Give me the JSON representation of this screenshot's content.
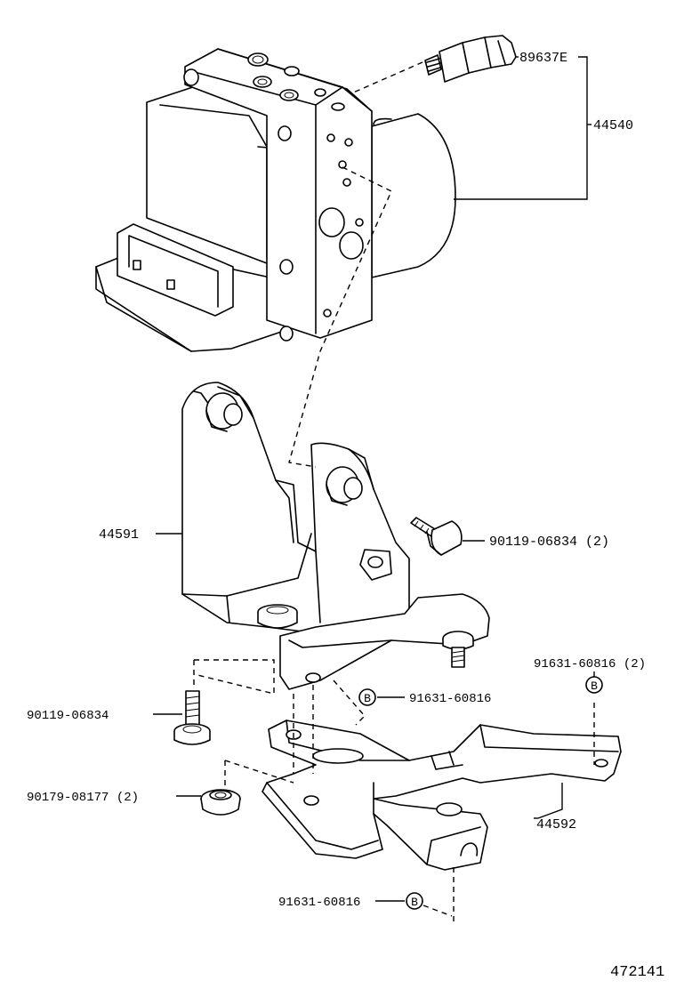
{
  "diagram_id": "472141",
  "parts": [
    {
      "key": "sensor",
      "text": "89637E"
    },
    {
      "key": "actuator",
      "text": "44540"
    },
    {
      "key": "bracket_upper",
      "text": "44591"
    },
    {
      "key": "bolt_side",
      "text": "90119-06834 (2)"
    },
    {
      "key": "stud_right",
      "text": "91631-60816 (2)"
    },
    {
      "key": "stud_mid",
      "text": "91631-60816"
    },
    {
      "key": "bolt_left",
      "text": "90119-06834"
    },
    {
      "key": "nut",
      "text": "90179-08177 (2)"
    },
    {
      "key": "bracket_lower",
      "text": "44592"
    },
    {
      "key": "stud_bottom",
      "text": "91631-60816"
    }
  ],
  "ref_marker": "B"
}
